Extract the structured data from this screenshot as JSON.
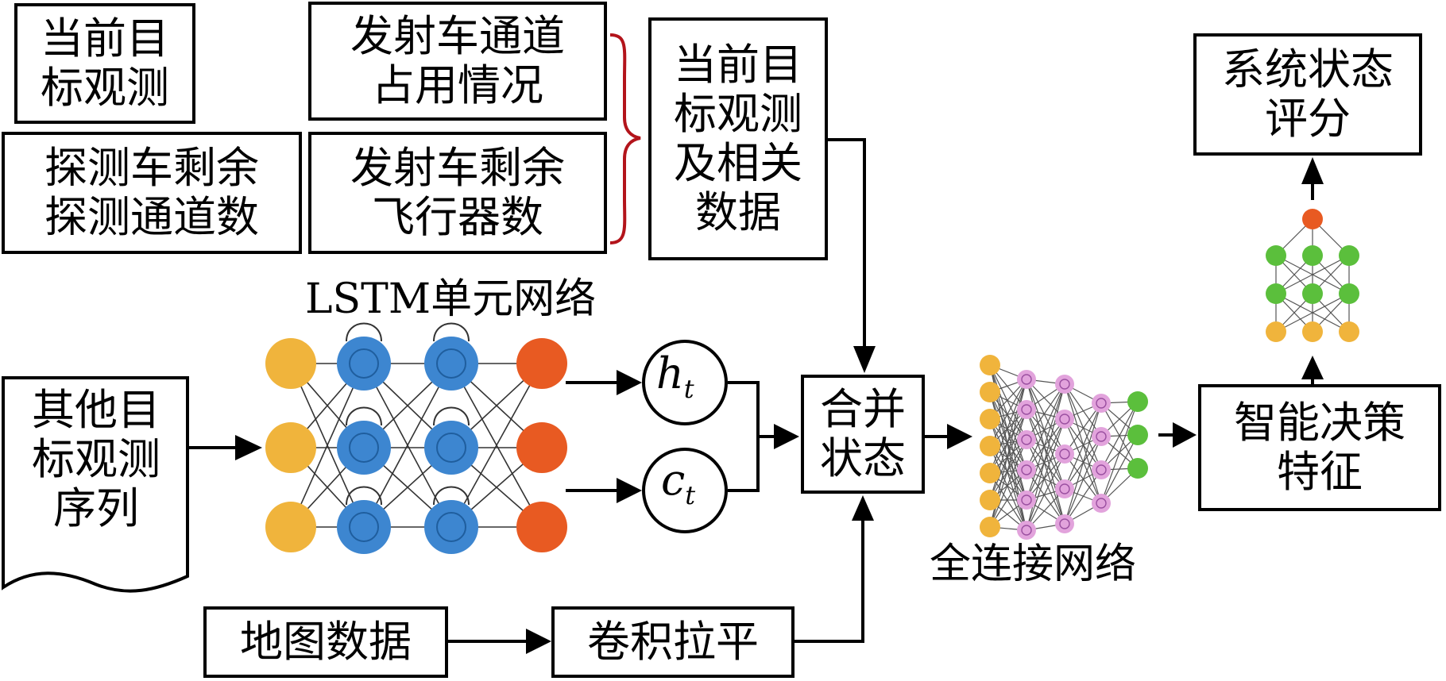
{
  "boxes": {
    "cur_obs_top": [
      "当前目",
      "标观测"
    ],
    "probe_remain": [
      "探测车剩余",
      "探测通道数"
    ],
    "launch_occupy": [
      "发射车通道",
      "占用情况"
    ],
    "launch_remain": [
      "发射车剩余",
      "飞行器数"
    ],
    "cur_obs_related": [
      "当前目",
      "标观测",
      "及相关",
      "数据"
    ],
    "other_obs": [
      "其他目",
      "标观测",
      "序列"
    ],
    "merge": [
      "合并",
      "状态"
    ],
    "map_data": "地图数据",
    "conv_flat": "卷积拉平",
    "decision_feat": [
      "智能决策",
      "特征"
    ],
    "sys_score": [
      "系统状态",
      "评分"
    ]
  },
  "labels": {
    "lstm": "LSTM单元网络",
    "fc": "全连接网络",
    "h_var": "h",
    "h_sub": "t",
    "c_var": "c",
    "c_sub": "t"
  },
  "colors": {
    "input_node": "#f0b43c",
    "lstm_node": "#3d86d0",
    "output_node": "#e85a22",
    "fc_hidden": "#e2a3dc",
    "fc_output": "#5bbf3c",
    "brace": "#b3141b"
  }
}
